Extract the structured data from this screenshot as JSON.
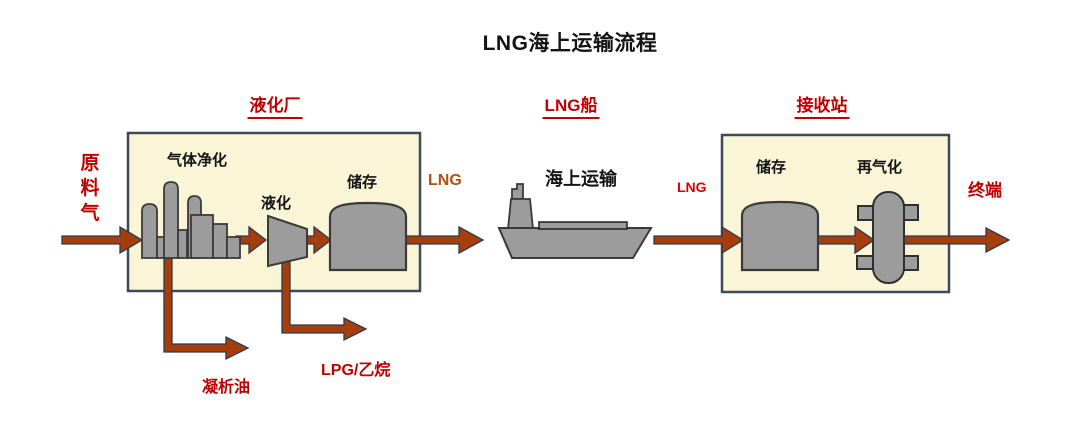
{
  "title": "LNG海上运输流程",
  "sections": {
    "liquefaction": {
      "label": "液化厂"
    },
    "ship": {
      "label": "LNG船"
    },
    "receiving": {
      "label": "接收站"
    }
  },
  "flow": {
    "feed_gas": "原料气",
    "purification": "气体净化",
    "liquefy": "液化",
    "storage_liq": "储存",
    "lng_out": "LNG",
    "sea_transport": "海上运输",
    "lng_in": "LNG",
    "storage_recv": "储存",
    "regasification": "再气化",
    "terminal": "终端"
  },
  "byproducts": {
    "condensate": "凝析油",
    "lpg_ethane": "LPG/乙烷"
  },
  "colors": {
    "accent_red": "#C00000",
    "lng_out_label": "#B5500F",
    "lng_in_label": "#DD0000",
    "pipe_fill": "#A63E0B",
    "pipe_outline": "#2C3A52",
    "box_fill": "#FAF5D6",
    "box_border": "#3E4A5A",
    "equipment_gray": "#9C9C9C",
    "equipment_outline": "#3A3A3A"
  }
}
